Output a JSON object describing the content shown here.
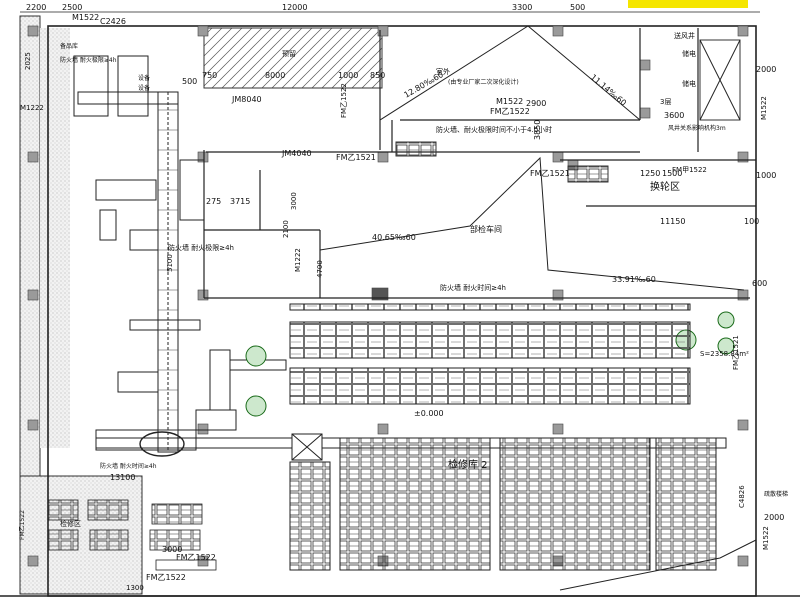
{
  "dims": {
    "d2200": "2200",
    "d2500": "2500",
    "d12000": "12000",
    "d3300": "3300",
    "d500": "500",
    "d750": "750",
    "d8000": "8000",
    "d1000": "1000",
    "d850": "850",
    "d2000a": "2000",
    "d3600": "3600",
    "d1500": "1500",
    "d2900": "2900",
    "d3850": "3850",
    "d275": "275",
    "d3715": "3715",
    "d3000": "3000",
    "d2100": "2100",
    "d4700": "4700",
    "d5100": "5100",
    "d11150": "11150",
    "d100": "100",
    "d600": "600",
    "d1250": "1250",
    "d1500b": "1500",
    "d1000b": "1000",
    "d13100": "13100",
    "d3000b": "3000",
    "d2000b": "2000",
    "d1300": "1300",
    "d2025": "2025"
  },
  "doors": {
    "m1522a": "M1522",
    "c2426": "C2426",
    "m1522b": "M1522",
    "m1222": "M1222",
    "fm1522a": "FM乙1522",
    "fm1522b": "FM乙1522",
    "fm1521a": "FM乙1521",
    "fm1521b": "FM乙1521",
    "fm1522c": "FM乙1522",
    "fm1521c": "FM乙1521",
    "fm1522d": "FM甲1522",
    "m1522c": "M1522",
    "jm8040": "JM8040",
    "jm4040": "JM4040",
    "c4826": "C4826",
    "m1522d": "M1522"
  },
  "slopes": {
    "s1": "12.80‰60",
    "s2": "11.14‰60",
    "s3": "40.65‰60",
    "s4": "33.91‰60"
  },
  "rooms": {
    "cangku": "备品库",
    "yuliu": "预留",
    "outdoor": "室外",
    "outdoor_note": "(由专业厂家二次深化设计)",
    "maintenance_hall": "部检车间",
    "wheel_zone": "换轮区",
    "lift_shaft": "送风井",
    "storage": "储电",
    "storage2": "储电",
    "rail_area": "检修区"
  },
  "notes": {
    "fire_wall_main": "防火墙、耐火极限时间不小于4.0小时",
    "fire_wall_left": "防火墙 耐火极限≥4h",
    "fire_wall_mid": "防火墙 耐火时间≥4h",
    "fire_wall_bottom": "防火墙 耐火时间≥4h",
    "smoke_shaft": "风井关系影响机构3m",
    "area": "S=2358.84m²",
    "level": "±0.000",
    "hall_label": "检修库 2",
    "exit": "疏散楼梯",
    "equipment1": "设备",
    "equipment2": "设备",
    "three_f": "3层"
  }
}
